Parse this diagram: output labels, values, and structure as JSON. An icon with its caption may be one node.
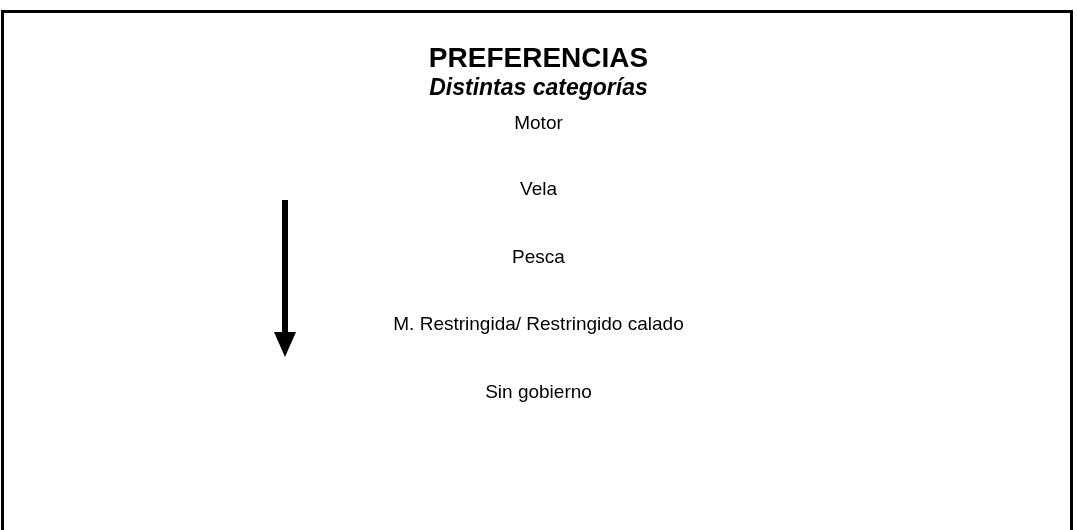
{
  "diagram": {
    "title": "PREFERENCIAS",
    "labels": [
      "Distintas categorías",
      "Motor",
      "Vela",
      "Pesca",
      "M. Restringida/ Restringido calado",
      "Sin gobierno"
    ]
  }
}
